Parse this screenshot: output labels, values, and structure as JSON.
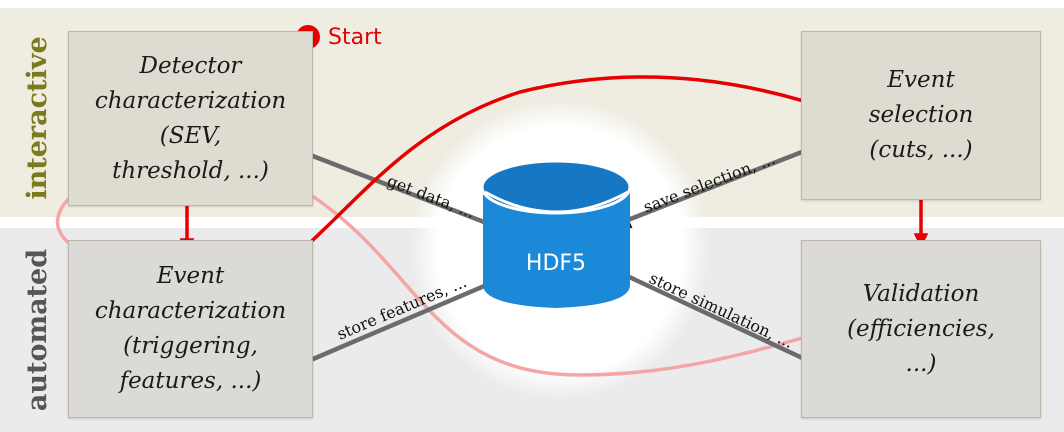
{
  "bands": {
    "interactive": {
      "label": "interactive",
      "color": "#7a7a1e",
      "bg": "#efede2"
    },
    "automated": {
      "label": "automated",
      "color": "#555555",
      "bg": "#ebeaec"
    }
  },
  "start": {
    "label": "Start",
    "color": "#e60000"
  },
  "hub": {
    "label": "HDF5",
    "color": "#1b88d8"
  },
  "boxes": {
    "detector": {
      "lines": [
        "Detector",
        "characterization",
        "(SEV,",
        "threshold, ...)"
      ]
    },
    "event_char": {
      "lines": [
        "Event",
        "characterization",
        "(triggering,",
        "features, ...)"
      ]
    },
    "selection": {
      "lines": [
        "Event",
        "selection",
        "(cuts, ...)"
      ]
    },
    "validation": {
      "lines": [
        "Validation",
        "(efficiencies,",
        "...)"
      ]
    }
  },
  "arrows": {
    "get_data": "get data, ...",
    "store_features": "store features, ...",
    "save_selection": "save selection, ...",
    "store_simulation": "store simulation, ..."
  },
  "colors": {
    "red_flow": "#e60000",
    "pink_flow": "#f4a6a6",
    "data_arrow": "#222222"
  }
}
